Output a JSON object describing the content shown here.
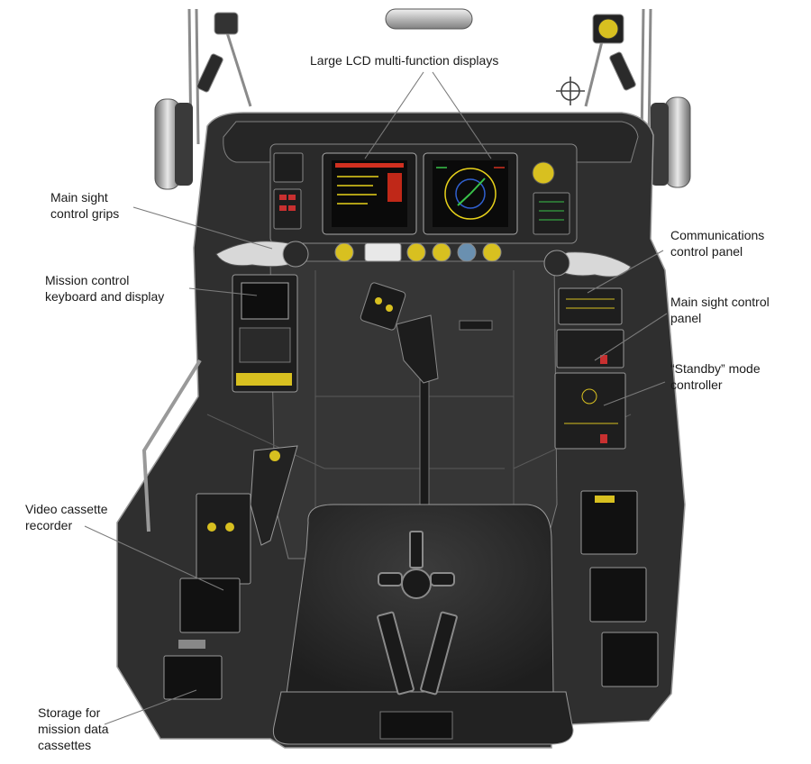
{
  "labels": {
    "lcd_displays": "Large LCD multi-function displays",
    "sight_grips": [
      "Main sight",
      "control grips"
    ],
    "mission_keyboard": [
      "Mission control",
      "keyboard and display"
    ],
    "comms_panel": [
      "Communications",
      "control panel"
    ],
    "sight_panel": [
      "Main sight control",
      "panel"
    ],
    "standby_controller": [
      "“Standby” mode",
      "controller"
    ],
    "vcr": [
      "Video cassette",
      "recorder"
    ],
    "storage": [
      "Storage for",
      "mission data",
      "cassettes"
    ]
  },
  "colors": {
    "cockpit_dark": "#2e2e2e",
    "cockpit_mid": "#3b3b3b",
    "panel_black": "#151515",
    "outline_gray": "#8c8c8c",
    "screen_red": "#d03020",
    "screen_green": "#39c24a",
    "screen_blue": "#3060d0",
    "indicator_yellow": "#e8d21a",
    "leader_line": "#7a7a7a",
    "label_text": "#1a1a1a"
  },
  "icons": [
    "crosshair-icon"
  ]
}
